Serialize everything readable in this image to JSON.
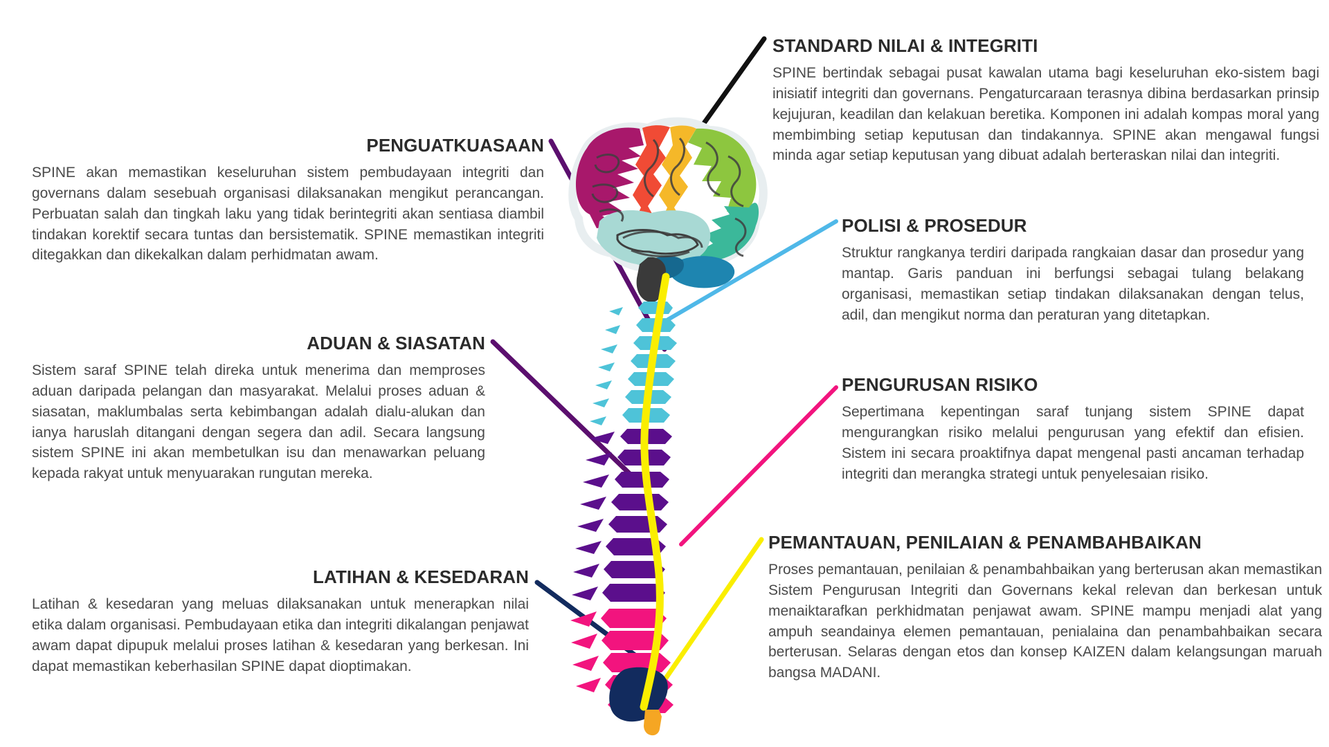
{
  "colors": {
    "leader_enforcement": "#5B0F6E",
    "leader_complaint": "#5B0F6E",
    "leader_training": "#122B5E",
    "leader_standard": "#111111",
    "leader_policy": "#4FB8E8",
    "leader_risk": "#F2147E",
    "leader_monitoring": "#FAEE00",
    "spine_cervical": "#4EC3D8",
    "spine_thoracic": "#5B0F8C",
    "spine_lumbar": "#F2147E",
    "spine_sacrum": "#122B5E",
    "spine_coccyx": "#F5A623",
    "spinal_cord": "#FAEE00",
    "brain_magenta": "#A8186B",
    "brain_red": "#F04B35",
    "brain_orange": "#F5B829",
    "brain_green": "#8DC63F",
    "brain_teal": "#3BB89A",
    "brain_lightblue": "#A8D9D4",
    "brain_blue": "#1E85B0",
    "brain_darkblue": "#16688F",
    "brain_stem": "#3A3A3A",
    "text": "#4a4a4a",
    "heading": "#2b2b2b"
  },
  "blocks": {
    "penguatkuasaan": {
      "title": "PENGUATKUASAAN",
      "body": "SPINE akan memastikan keseluruhan sistem pembudayaan integriti dan governans dalam sesebuah organisasi dilaksanakan mengikut perancangan. Perbuatan salah dan tingkah laku yang tidak berintegriti akan sentiasa diambil tindakan korektif secara tuntas dan bersistematik. SPINE memastikan integriti ditegakkan dan dikekalkan dalam perhidmatan awam."
    },
    "aduan": {
      "title": "ADUAN & SIASATAN",
      "body": "Sistem saraf SPINE telah direka untuk menerima dan memproses aduan daripada pelangan dan masyarakat. Melalui proses aduan & siasatan, maklumbalas serta kebimbangan adalah dialu-alukan dan ianya haruslah ditangani dengan segera dan adil. Secara langsung sistem SPINE ini akan membetulkan isu dan menawarkan peluang kepada rakyat untuk menyuarakan rungutan mereka."
    },
    "latihan": {
      "title": "LATIHAN & KESEDARAN",
      "body": "Latihan & kesedaran yang meluas dilaksanakan untuk menerapkan nilai etika dalam organisasi. Pembudayaan etika dan integriti dikalangan penjawat awam dapat dipupuk melalui proses latihan & kesedaran yang berkesan. Ini dapat memastikan keberhasilan SPINE dapat dioptimakan."
    },
    "standard": {
      "title": "STANDARD NILAI & INTEGRITI",
      "body": "SPINE bertindak sebagai pusat kawalan utama bagi keseluruhan eko-sistem bagi inisiatif integriti dan governans. Pengaturcaraan terasnya dibina berdasarkan prinsip kejujuran, keadilan dan kelakuan beretika. Komponen ini adalah kompas moral yang membimbing setiap keputusan dan tindakannya. SPINE akan mengawal fungsi minda agar setiap keputusan yang dibuat adalah berteraskan nilai dan integriti."
    },
    "polisi": {
      "title": "POLISI & PROSEDUR",
      "body": "Struktur rangkanya terdiri daripada rangkaian dasar dan prosedur yang mantap. Garis panduan ini berfungsi sebagai tulang belakang organisasi, memastikan setiap tindakan dilaksanakan dengan telus, adil, dan mengikut norma dan peraturan yang ditetapkan."
    },
    "risiko": {
      "title": "PENGURUSAN RISIKO",
      "body": "Sepertimana kepentingan saraf tunjang sistem SPINE dapat mengurangkan risiko melalui pengurusan yang efektif dan efisien. Sistem ini secara proaktifnya dapat mengenal pasti ancaman terhadap integriti dan merangka strategi untuk penyelesaian risiko."
    },
    "pemantauan": {
      "title": "PEMANTAUAN, PENILAIAN & PENAMBAHBAIKAN",
      "body": "Proses pemantauan, penilaian & penambahbaikan yang berterusan akan memastikan Sistem Pengurusan Integriti dan Governans kekal relevan dan berkesan untuk menaiktarafkan perkhidmatan penjawat awam. SPINE mampu menjadi alat yang ampuh seandainya elemen pemantauan, penialaina dan penambahbaikan secara berterusan. Selaras dengan etos dan konsep KAIZEN dalam kelangsungan maruah bangsa MADANI."
    }
  }
}
